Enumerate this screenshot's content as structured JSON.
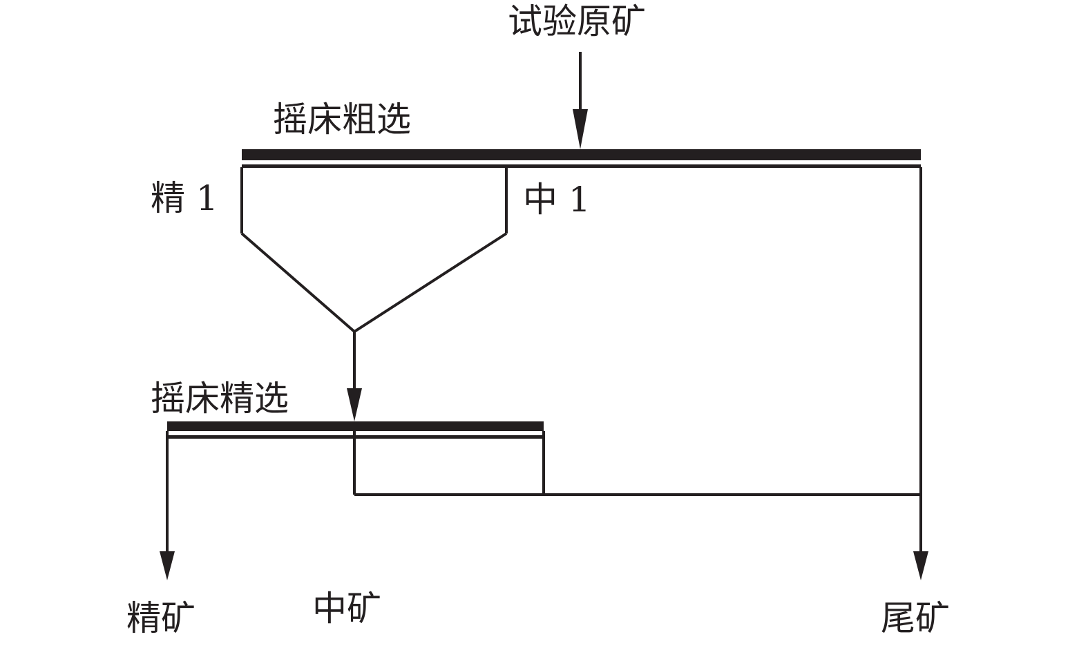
{
  "feed": "试验原矿",
  "rougher": "摇床粗选",
  "rougher_conc": "精 1",
  "rougher_middling": "中 1",
  "cleaner": "摇床精选",
  "concentrate": "精矿",
  "middling": "中矿",
  "tailings": "尾矿",
  "line_color": "#231f20"
}
